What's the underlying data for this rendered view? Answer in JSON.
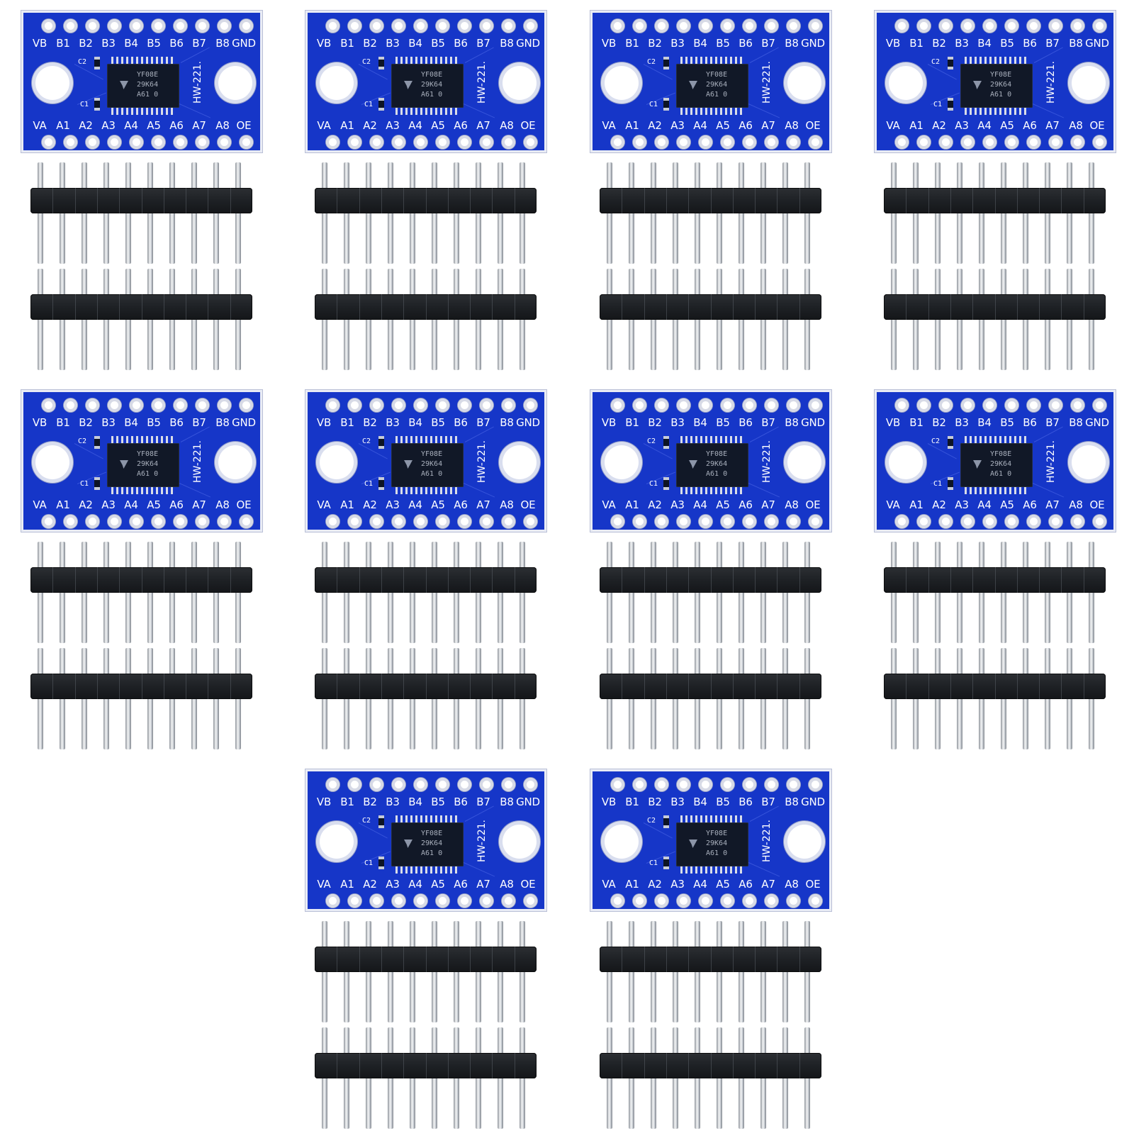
{
  "product": {
    "board_count": 10,
    "header_strips_per_board": 2,
    "pins_per_strip": 10
  },
  "board": {
    "top_pin_labels": [
      "VB",
      "B1",
      "B2",
      "B3",
      "B4",
      "B5",
      "B6",
      "B7",
      "B8",
      "GND"
    ],
    "bottom_pin_labels": [
      "VA",
      "A1",
      "A2",
      "A3",
      "A4",
      "A5",
      "A6",
      "A7",
      "A8",
      "OE"
    ],
    "capacitor_labels": [
      "C2",
      "C1"
    ],
    "chip_text": [
      "YF08E",
      "29K64",
      "A61 0"
    ],
    "model_label": "HW-221.",
    "colors": {
      "pcb": "#1636c8",
      "silkscreen": "#ffffff",
      "chip": "#111827",
      "header_body": "#1e2125",
      "header_pin": "#c6cbd1"
    }
  },
  "layout_rows": [
    4,
    4,
    2
  ]
}
